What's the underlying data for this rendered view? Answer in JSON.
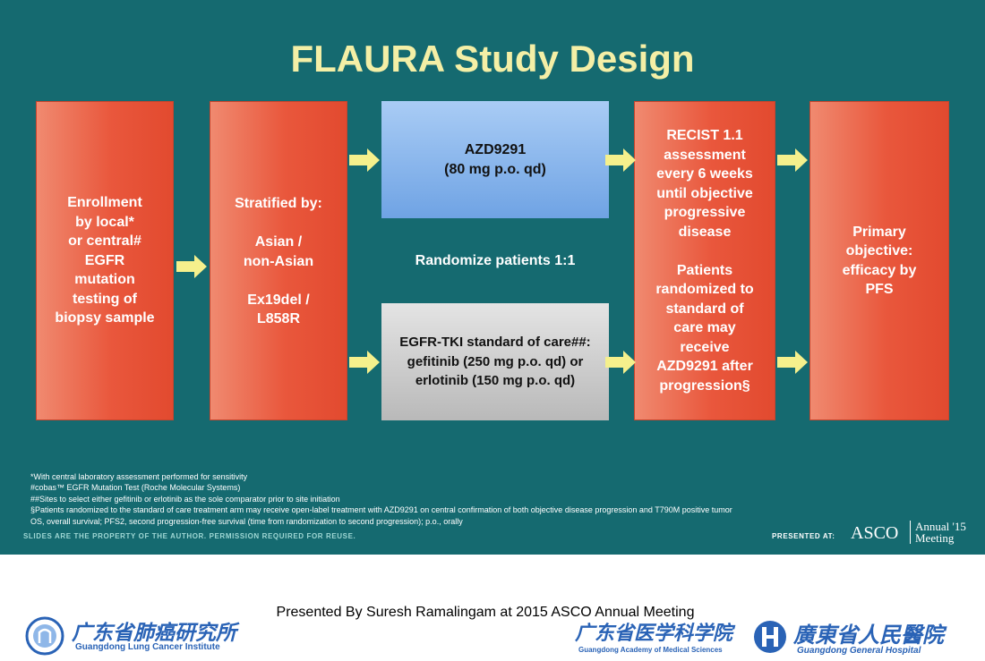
{
  "title": "FLAURA Study Design",
  "boxes": {
    "enrollment": "Enrollment\nby local*\nor central#\nEGFR\nmutation\ntesting of\nbiopsy sample",
    "stratified": "Stratified by:\n\nAsian /\nnon-Asian\n\nEx19del /\nL858R",
    "azd": "AZD9291\n(80 mg p.o. qd)",
    "egfr_tki": "EGFR-TKI standard of care##:\ngefitinib (250 mg p.o. qd) or\nerlotinib (150 mg p.o. qd)",
    "recist": "RECIST 1.1\nassessment\nevery 6 weeks\nuntil objective\nprogressive\ndisease\n\nPatients\nrandomized to\nstandard of\ncare may\nreceive\nAZD9291 after\nprogression§",
    "primary": "Primary\nobjective:\nefficacy by\nPFS"
  },
  "randomize": "Randomize patients 1:1",
  "footnotes": [
    "*With central laboratory assessment performed for sensitivity",
    "#cobas™ EGFR Mutation Test (Roche Molecular Systems)",
    "##Sites to select either gefitinib or erlotinib as the sole comparator prior to site initiation",
    "§Patients randomized to the standard of care treatment arm may receive open-label treatment with AZD9291 on central confirmation of both objective disease progression and T790M positive tumor",
    "OS, overall survival; PFS2, second progression-free survival (time from randomization to second progression); p.o., orally"
  ],
  "slide_footer": {
    "property": "SLIDES ARE THE PROPERTY OF THE AUTHOR. PERMISSION REQUIRED FOR REUSE.",
    "presented_at": "PRESENTED AT:",
    "asco": "ASCO",
    "annual_line1": "Annual '15",
    "annual_line2": "Meeting"
  },
  "presented_by": "Presented By Suresh Ramalingam at 2015 ASCO Annual Meeting",
  "logos": {
    "left_cn": "广东省肺癌研究所",
    "left_en": "Guangdong Lung Cancer Institute",
    "mid_cn": "广东省医学科学院",
    "mid_en": "Guangdong Academy of Medical Sciences",
    "right_cn": "廣東省人民醫院",
    "right_en": "Guangdong General Hospital"
  },
  "colors": {
    "slide_bg": "#156a70",
    "title": "#f4efa6",
    "box_red": "#e9573c",
    "box_blue": "#6fa3e4",
    "box_grey": "#c8c8c8",
    "arrow": "#f5f08c",
    "logo_blue": "#2a63b6",
    "logo_red": "#d81e2a"
  }
}
